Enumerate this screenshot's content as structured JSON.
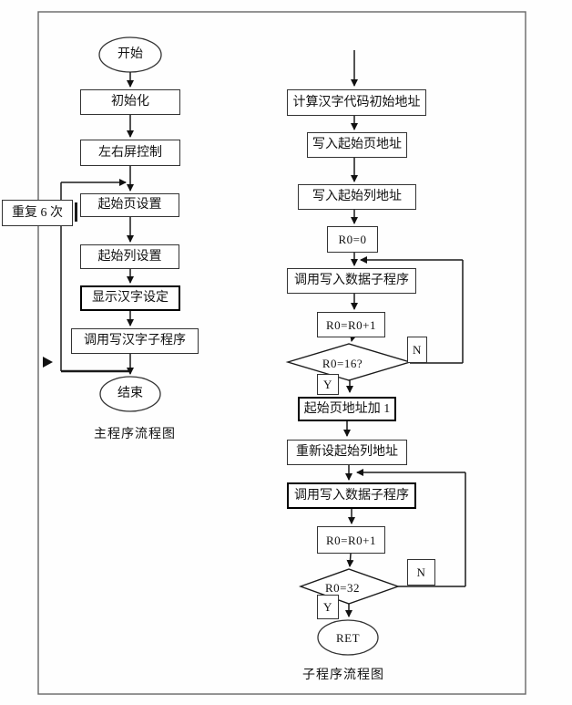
{
  "diagram": {
    "main": {
      "caption": "主程序流程图",
      "repeat_label": "重复 6 次",
      "start": "开始",
      "init": "初始化",
      "screen_control": "左右屏控制",
      "start_page": "起始页设置",
      "start_col": "起始列设置",
      "display_set": "显示汉字设定",
      "call_sub": "调用写汉字子程序",
      "end": "结束"
    },
    "sub": {
      "caption": "子程序流程图",
      "calc_addr": "计算汉字代码初始地址",
      "write_page": "写入起始页地址",
      "write_col": "写入起始列地址",
      "r0_init": "R0=0",
      "call_write1": "调用写入数据子程序",
      "r0_inc1": "R0=R0+1",
      "decision1": "R0=16?",
      "n1": "N",
      "y1": "Y",
      "page_inc": "起始页地址加 1",
      "reset_col": "重新设起始列地址",
      "call_write2": "调用写入数据子程序",
      "r0_inc2": "R0=R0+1",
      "decision2": "R0=32",
      "n2": "N",
      "y2": "Y",
      "ret": "RET"
    },
    "colors": {
      "line": "#1a1a1a",
      "border": "#666",
      "text": "#111"
    }
  }
}
